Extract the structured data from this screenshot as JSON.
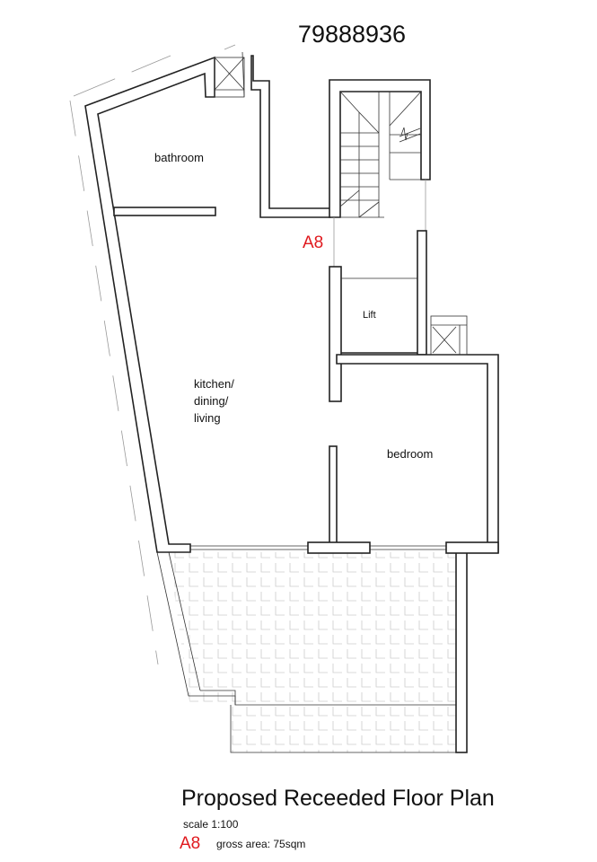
{
  "reference_number": "79888936",
  "rooms": {
    "bathroom": "bathroom",
    "kitchen_line1": "kitchen/",
    "kitchen_line2": "dining/",
    "kitchen_line3": "living",
    "bedroom": "bedroom",
    "lift": "Lift"
  },
  "unit_marker": "A8",
  "footer": {
    "title": "Proposed Receeded Floor Plan",
    "scale": "scale 1:100",
    "unit": "A8",
    "gross_area": "gross area: 75sqm"
  },
  "colors": {
    "accent_red": "#e0191e",
    "wall": "#222222",
    "tile": "#c8c8c8"
  }
}
